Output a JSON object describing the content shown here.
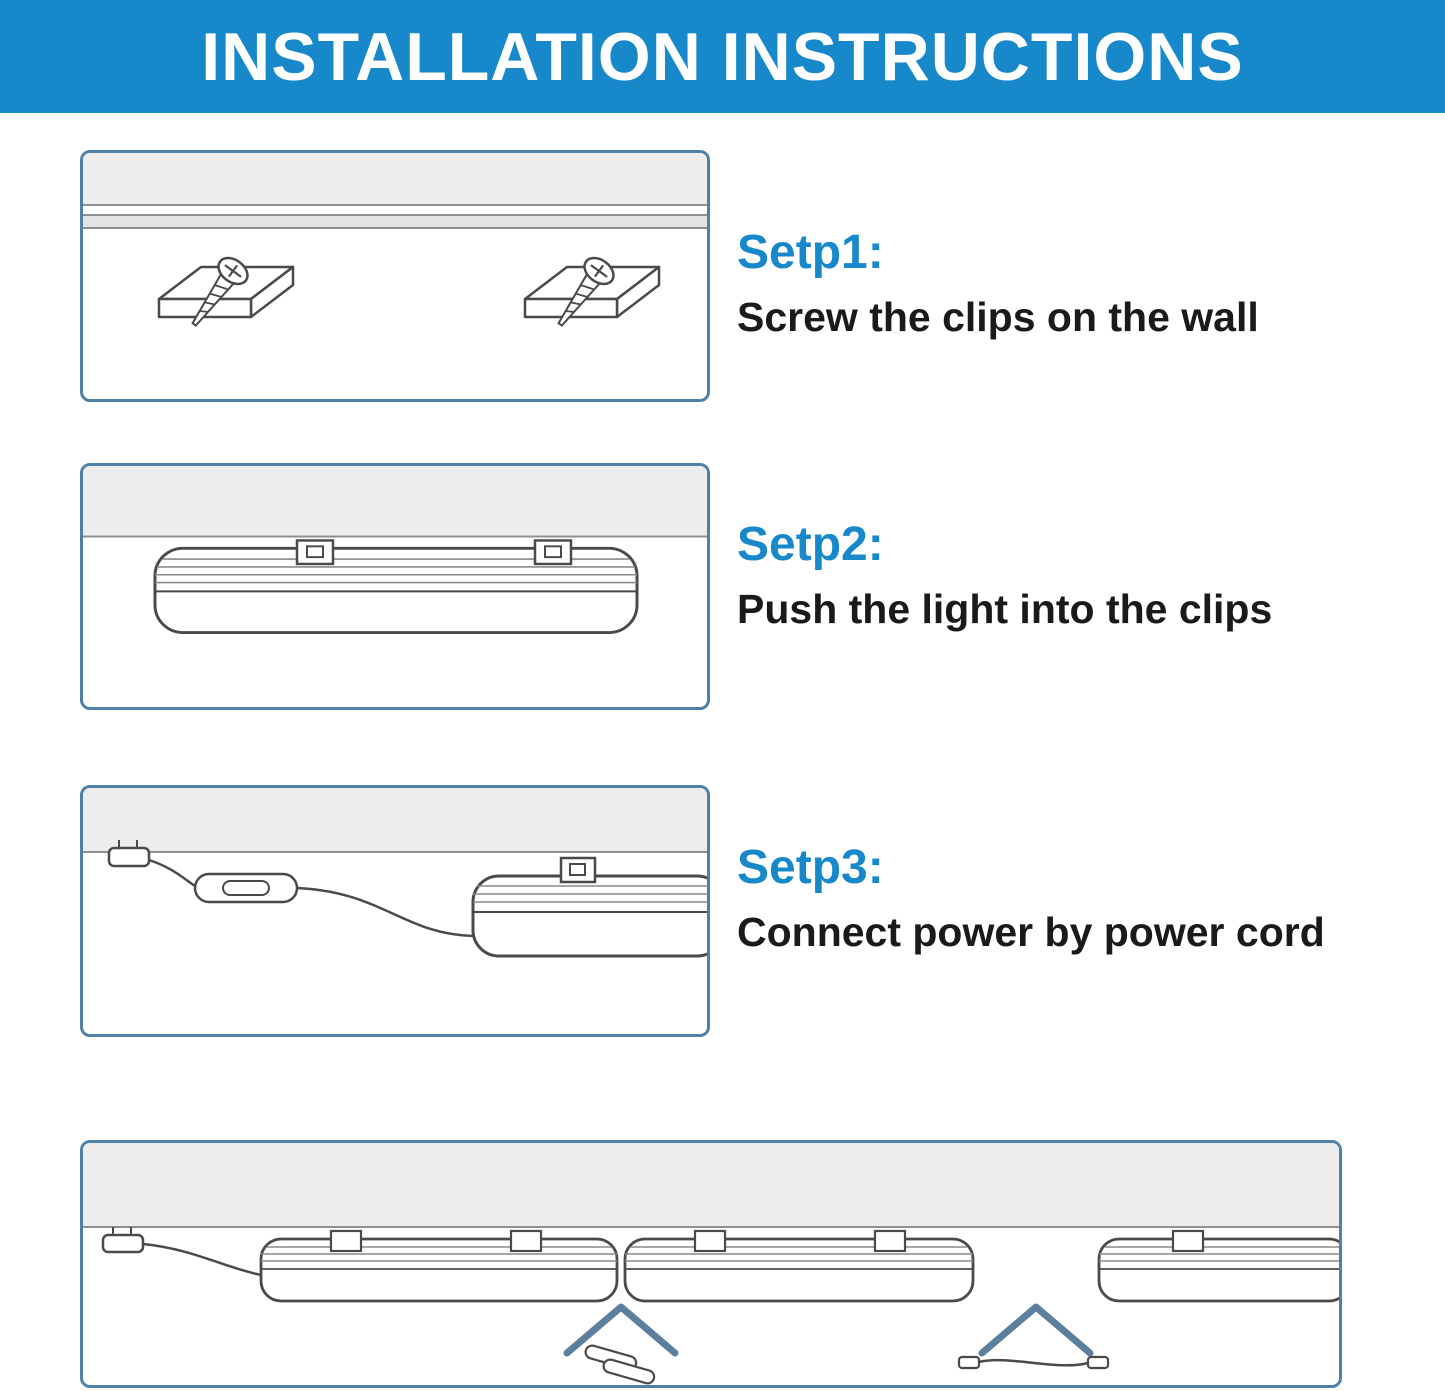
{
  "header": {
    "title": "INSTALLATION INSTRUCTIONS"
  },
  "steps": [
    {
      "label": "Setp1:",
      "description": "Screw the clips on the wall",
      "diagram": "wall-clips-with-screws"
    },
    {
      "label": "Setp2:",
      "description": "Push the light into the clips",
      "diagram": "light-fixture-pushed-into-clips"
    },
    {
      "label": "Setp3:",
      "description": "Connect power by power cord",
      "diagram": "power-cord-connected-to-light"
    }
  ],
  "footer": {
    "diagram": "linked-light-fixtures-row",
    "markers": [
      "seamless-connector-pins",
      "linking-cable"
    ]
  },
  "colors": {
    "header_bg": "#1789cb",
    "step_label": "#1789cb",
    "box_border": "#4f81a8",
    "chevron": "#5d7f9e",
    "ceiling_fill": "#ededed",
    "line": "#4a4a4a",
    "text": "#1a1a1a"
  }
}
